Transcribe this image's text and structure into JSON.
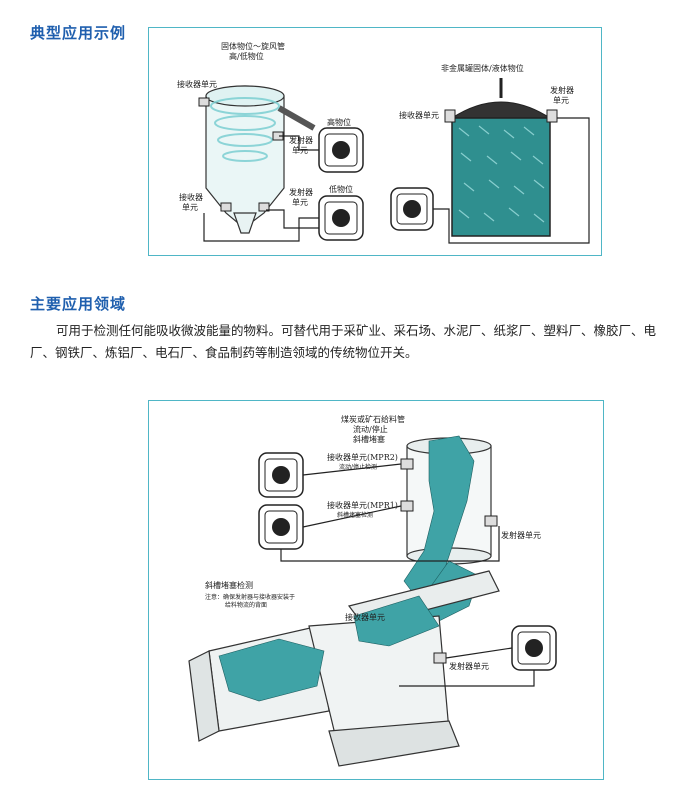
{
  "section1": {
    "title": "典型应用示例"
  },
  "diagram1": {
    "cyclone_title_line1": "固体物位～旋风管",
    "cyclone_title_line2": "高/低物位",
    "receiver_unit_top": "接收器单元",
    "emitter_unit_top_l1": "发射器",
    "emitter_unit_top_l2": "单元",
    "high_level": "高物位",
    "receiver_unit_bottom_l1": "接收器",
    "receiver_unit_bottom_l2": "单元",
    "emitter_unit_bottom_l1": "发射器",
    "emitter_unit_bottom_l2": "单元",
    "low_level": "低物位",
    "tank_title": "非金属罐固体/液体物位",
    "tank_emitter_l1": "发射器",
    "tank_emitter_l2": "单元",
    "tank_receiver": "接收器单元"
  },
  "section2": {
    "title": "主要应用领域",
    "body": "可用于检测任何能吸收微波能量的物料。可替代用于采矿业、采石场、水泥厂、纸浆厂、塑料厂、橡胶厂、电厂、钢铁厂、炼铝厂、电石厂、食品制药等制造领域的传统物位开关。"
  },
  "diagram2": {
    "title_l1": "煤炭或矿石给料管",
    "title_l2": "流动/停止",
    "title_l3": "斜槽堵塞",
    "mpr2_l1": "接收器单元(MPR2)",
    "mpr2_l2": "流动/停止检测",
    "mpr1_l1": "接收器单元(MPR1)",
    "mpr1_l2": "斜槽堵塞检测",
    "emitter_unit_right": "发射器单元",
    "chute_title": "斜槽堵塞检测",
    "note_l1": "注意：确保发射器与接收器安装于",
    "note_l2": "给料物流的背面",
    "receiver_unit": "接收器单元",
    "emitter_unit_bottom": "发射器单元"
  }
}
